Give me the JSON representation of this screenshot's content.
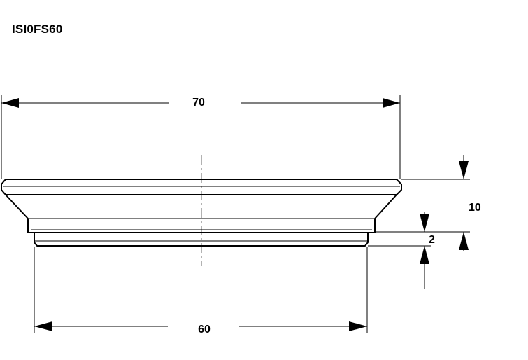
{
  "drawing": {
    "part_code": "ISI0FS60",
    "dimensions": {
      "top_width": "70",
      "bottom_width": "60",
      "total_height": "10",
      "step_height": "2"
    }
  }
}
